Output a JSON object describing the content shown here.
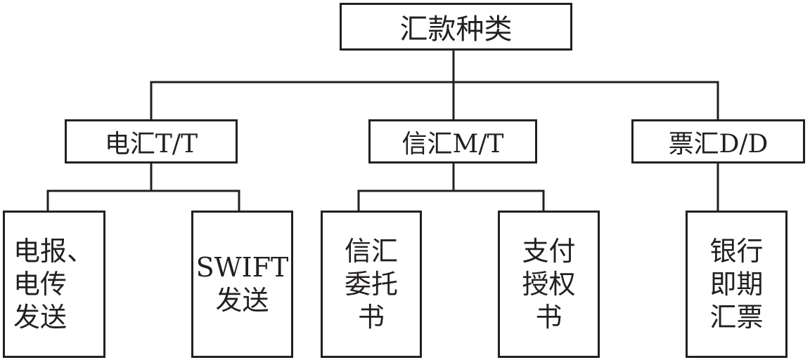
{
  "root": {
    "label": "汇款种类"
  },
  "categories": [
    {
      "label": "电汇T/T"
    },
    {
      "label": "信汇M/T"
    },
    {
      "label": "票汇D/D"
    }
  ],
  "leaves": [
    {
      "label": "电报、\n电传\n发送"
    },
    {
      "label": "SWIFT\n发送"
    },
    {
      "label": "信汇\n委托\n书"
    },
    {
      "label": "支付\n授权\n书"
    },
    {
      "label": "银行\n即期\n汇票"
    }
  ]
}
